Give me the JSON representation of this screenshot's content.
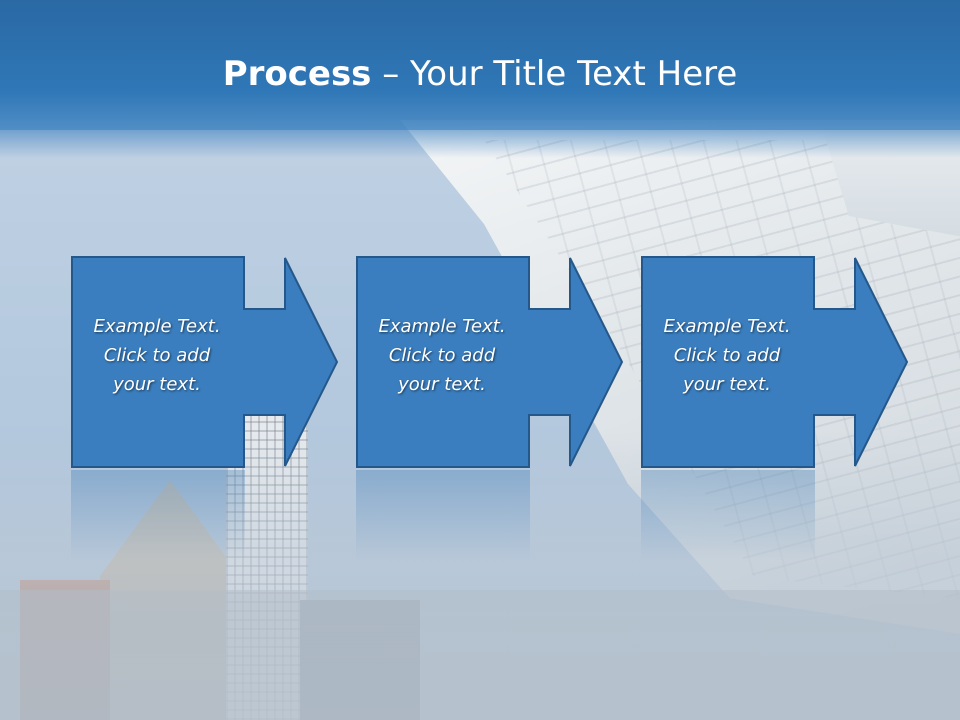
{
  "title": {
    "bold": "Process",
    "rest": " – Your Title Text Here"
  },
  "steps": [
    {
      "lines": [
        "Example Text.",
        "Click  to add",
        "your text."
      ]
    },
    {
      "lines": [
        "Example Text.",
        "Click  to add",
        "your text."
      ]
    },
    {
      "lines": [
        "Example Text.",
        "Click  to add",
        "your text."
      ]
    }
  ],
  "colors": {
    "title_bar": "#2f77b7",
    "box_fill": "#3a7ebf",
    "box_border": "#25588a",
    "text": "#ffffff"
  }
}
